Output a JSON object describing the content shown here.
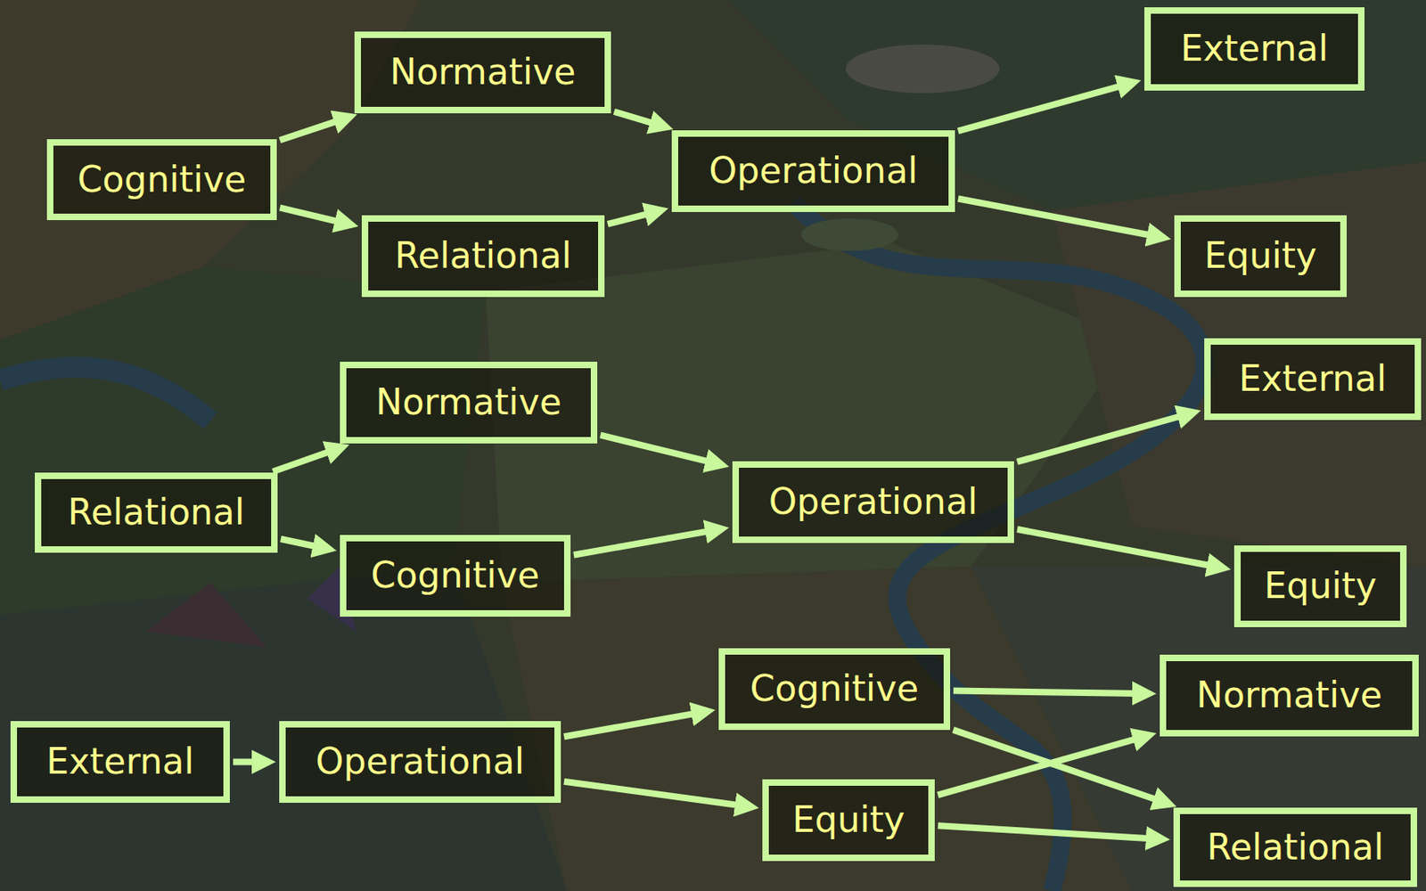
{
  "diagram": {
    "nodes": [
      {
        "text": [
          "Cognitive"
        ]
      },
      {
        "text": [
          "Normative"
        ]
      },
      {
        "text": [
          "Relational"
        ]
      },
      {
        "text": [
          "Operational"
        ]
      },
      {
        "text": [
          "External"
        ]
      },
      {
        "text": [
          "Equity"
        ]
      },
      {
        "text": [
          "Relational"
        ]
      },
      {
        "text": [
          "Normative"
        ]
      },
      {
        "text": [
          "Cognitive"
        ]
      },
      {
        "text": [
          "Operational"
        ]
      },
      {
        "text": [
          "External"
        ]
      },
      {
        "text": [
          "Equity"
        ]
      },
      {
        "text": [
          "External"
        ]
      },
      {
        "text": [
          "Operational"
        ]
      },
      {
        "text": [
          "Cognitive"
        ]
      },
      {
        "text": [
          "Equity"
        ]
      },
      {
        "text": [
          "Normative"
        ]
      },
      {
        "text": [
          "Relational"
        ]
      }
    ],
    "edges": [
      {
        "from": 0,
        "to": 1,
        "arrow": "to"
      },
      {
        "from": 0,
        "to": 2,
        "arrow": "to"
      },
      {
        "from": 1,
        "to": 3,
        "arrow": "to"
      },
      {
        "from": 2,
        "to": 3,
        "arrow": "to"
      },
      {
        "from": 3,
        "to": 4,
        "arrow": "to"
      },
      {
        "from": 3,
        "to": 5,
        "arrow": "to"
      },
      {
        "from": 6,
        "to": 7,
        "arrow": "to"
      },
      {
        "from": 6,
        "to": 8,
        "arrow": "to"
      },
      {
        "from": 7,
        "to": 9,
        "arrow": "to"
      },
      {
        "from": 8,
        "to": 9,
        "arrow": "to"
      },
      {
        "from": 9,
        "to": 10,
        "arrow": "to"
      },
      {
        "from": 9,
        "to": 11,
        "arrow": "to"
      },
      {
        "from": 12,
        "to": 13,
        "arrow": "to"
      },
      {
        "from": 13,
        "to": 14,
        "arrow": "to"
      },
      {
        "from": 13,
        "to": 15,
        "arrow": "to"
      },
      {
        "from": 14,
        "to": 16,
        "arrow": "to"
      },
      {
        "from": 14,
        "to": 17,
        "arrow": "to"
      },
      {
        "from": 15,
        "to": 16,
        "arrow": "to"
      },
      {
        "from": 15,
        "to": 17,
        "arrow": "to"
      }
    ]
  }
}
